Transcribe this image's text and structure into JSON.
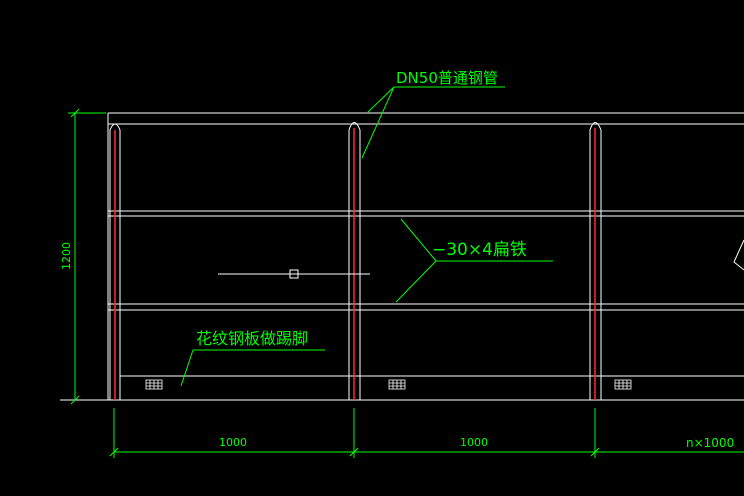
{
  "colors": {
    "background": "#000000",
    "lines": "#ffffff",
    "annotation": "#00ff00",
    "post_core": "#ff2a2a"
  },
  "labels": {
    "pipe": "DN50普通钢管",
    "flat_bar": "−30×4扁铁",
    "kick_plate": "花纹钢板做踢脚"
  },
  "dimensions": {
    "height": "1200",
    "span_1": "1000",
    "span_2": "1000",
    "span_n": "n×1000"
  },
  "icons": {
    "crosshair": "crosshair-cursor",
    "pattern": "checkered-plate-symbol",
    "break": "break-line-symbol"
  }
}
